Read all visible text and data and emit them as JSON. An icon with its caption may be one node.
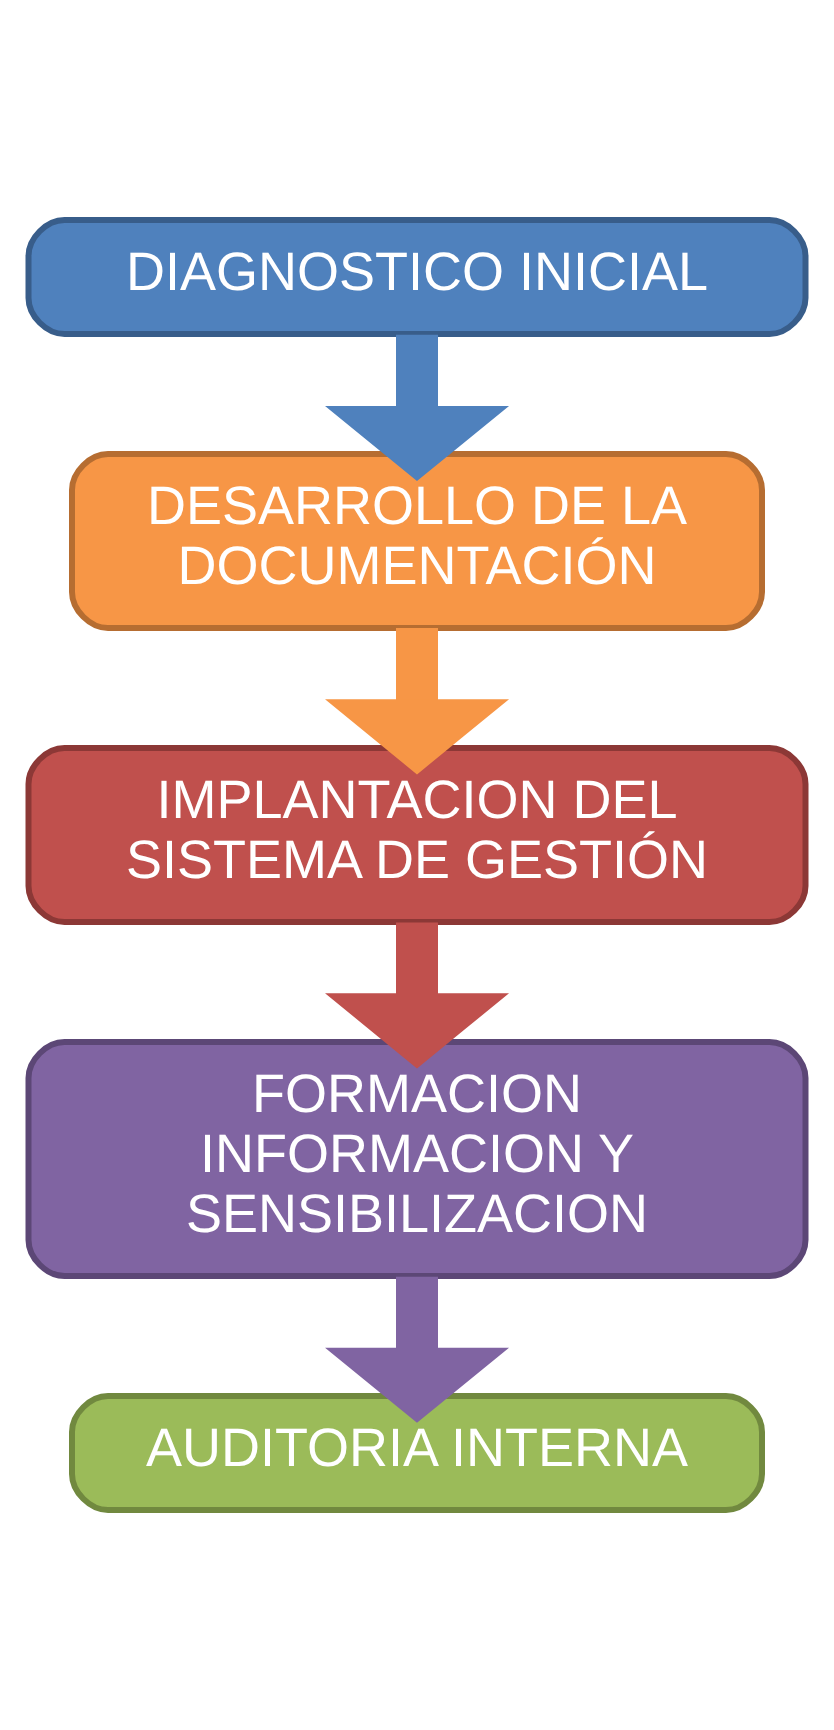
{
  "diagram": {
    "nodes": [
      {
        "text": [
          "DIAGNOSTICO INICIAL"
        ]
      },
      {
        "text": [
          "DESARROLLO DE LA DOCUMENTACIÓN"
        ]
      },
      {
        "text": [
          "IMPLANTACION DEL SISTEMA DE GESTIÓN"
        ]
      },
      {
        "text": [
          "FORMACION INFORMACION Y SENSIBILIZACION"
        ]
      },
      {
        "text": [
          "AUDITORIA INTERNA"
        ]
      }
    ],
    "edges": [
      {
        "from": 0,
        "to": 1,
        "arrow": "to",
        "color": "#4f81bd"
      },
      {
        "from": 1,
        "to": 2,
        "arrow": "to",
        "color": "#f79646"
      },
      {
        "from": 2,
        "to": 3,
        "arrow": "to",
        "color": "#c0504d"
      },
      {
        "from": 3,
        "to": 4,
        "arrow": "to",
        "color": "#8064a2"
      }
    ]
  }
}
